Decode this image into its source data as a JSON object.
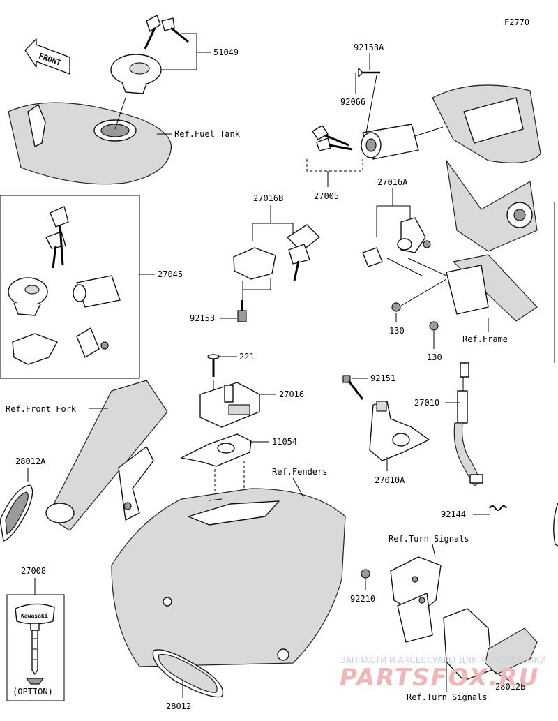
{
  "diagram_code": "F2770",
  "front_label": "FRONT",
  "parts": {
    "p51049": "51049",
    "p92153A": "92153A",
    "p92066": "92066",
    "p27005": "27005",
    "p27016A": "27016A",
    "p27016B": "27016B",
    "p27045": "27045",
    "p92153": "92153",
    "p130a": "130",
    "p130b": "130",
    "p221": "221",
    "p27016": "27016",
    "p11054": "11054",
    "p92151": "92151",
    "p27010": "27010",
    "p27010A": "27010A",
    "p28012A": "28012A",
    "p92144": "92144",
    "p27008": "27008",
    "p92210": "92210",
    "p28012": "28012",
    "p28012B": "28012B"
  },
  "references": {
    "fuel_tank": "Ref.Fuel Tank",
    "frame": "Ref.Frame",
    "front_fork": "Ref.Front Fork",
    "fenders": "Ref.Fenders",
    "turn_signals_top": "Ref.Turn Signals",
    "turn_signals_bottom": "Ref.Turn Signals"
  },
  "option_label": "(OPTION)",
  "key_tag_brand": "Kawasaki",
  "watermark": {
    "line1": "ЗАПЧАСТИ И АКСЕССУАРЫ ДЛЯ МОТОТЕХНИКИ",
    "line2": "PARTSFOX.RU"
  }
}
